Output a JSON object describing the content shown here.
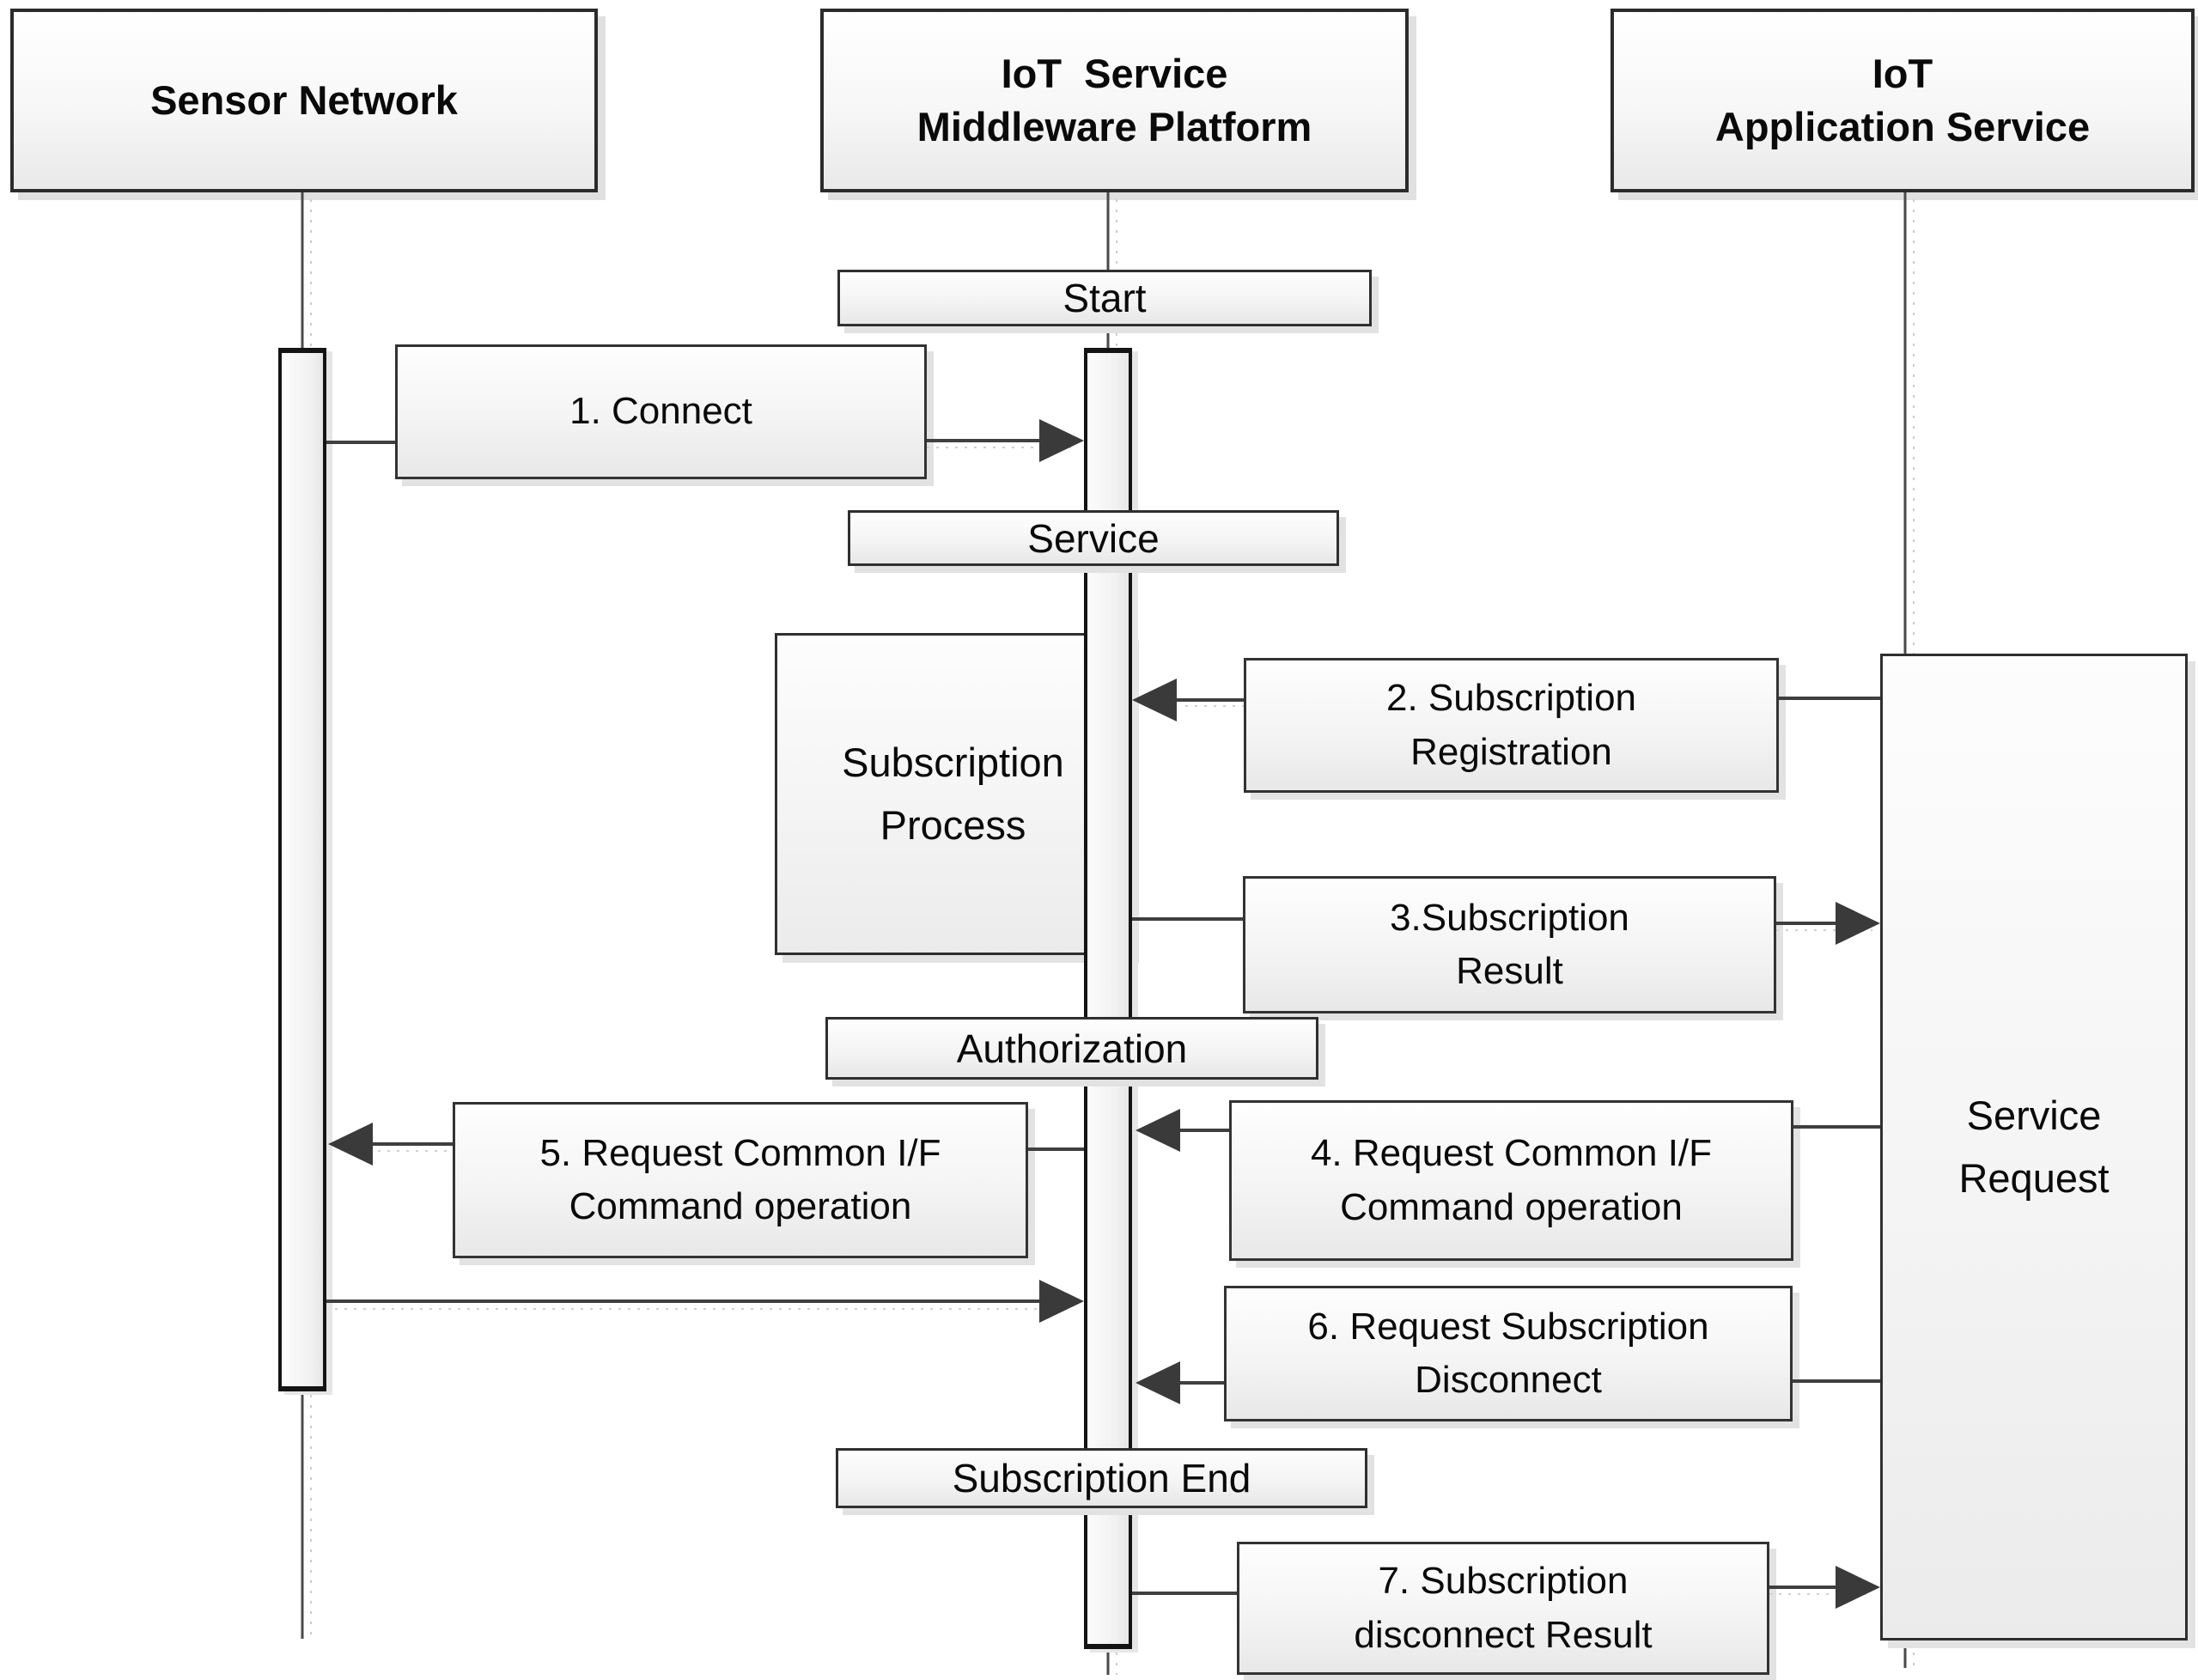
{
  "diagram": {
    "type": "sequence-diagram",
    "actors": [
      {
        "id": "sensor-network",
        "label": "Sensor Network"
      },
      {
        "id": "iot-middleware",
        "label": "IoT  Service\nMiddleware Platform"
      },
      {
        "id": "iot-application",
        "label": "IoT\nApplication Service"
      }
    ],
    "phases": {
      "start": "Start",
      "service": "Service",
      "authorization": "Authorization",
      "subscription_end": "Subscription End"
    },
    "process_box": {
      "label": "Subscription\nProcess"
    },
    "service_request_box": {
      "label": "Service\nRequest"
    },
    "messages": [
      {
        "num": 1,
        "label": "1. Connect",
        "direction": "right"
      },
      {
        "num": 2,
        "label": "2. Subscription\nRegistration",
        "direction": "left"
      },
      {
        "num": 3,
        "label": "3.Subscription\nResult",
        "direction": "right"
      },
      {
        "num": 4,
        "label": "4. Request Common I/F\nCommand operation",
        "direction": "left"
      },
      {
        "num": 5,
        "label": "5. Request Common I/F\nCommand operation",
        "direction": "left"
      },
      {
        "num": 6,
        "label": "6. Request Subscription\nDisconnect",
        "direction": "left"
      },
      {
        "num": 7,
        "label": "7. Subscription\ndisconnect Result",
        "direction": "right"
      }
    ],
    "colors": {
      "box_border": "#2f2f2f",
      "line": "#3f3f3f",
      "arrowhead": "#3a3a3a",
      "shadow": "#e0e0e0",
      "text": "#0a0a0a",
      "background": "#ffffff"
    }
  }
}
